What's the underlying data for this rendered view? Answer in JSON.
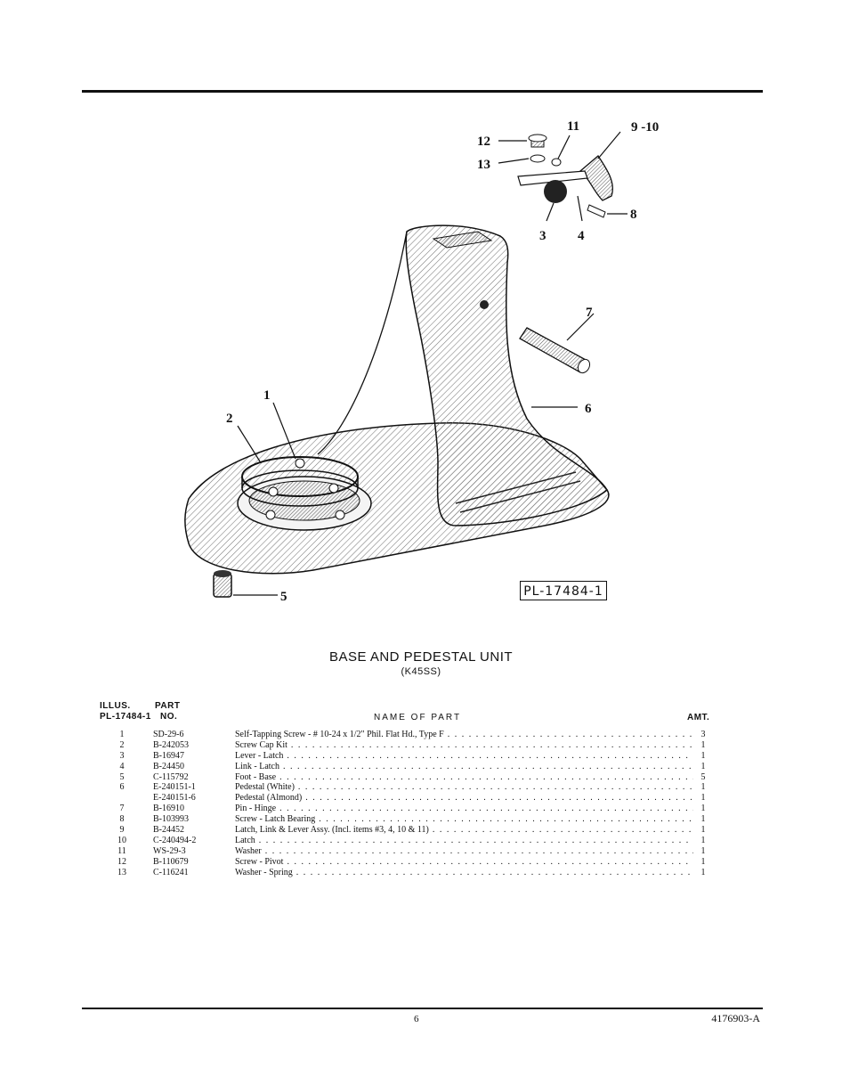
{
  "diagram": {
    "callouts": [
      "1",
      "2",
      "3",
      "4",
      "5",
      "6",
      "7",
      "8",
      "9 -10",
      "11",
      "12",
      "13"
    ],
    "plate_label": "PL-17484-1"
  },
  "table": {
    "title": "BASE AND PEDESTAL UNIT",
    "subtitle": "(K45SS)",
    "headers": {
      "illus_top": "ILLUS.",
      "illus_bottom": "PL-17484-1",
      "part_top": "PART",
      "part_bottom": "NO.",
      "name": "NAME OF PART",
      "amt": "AMT."
    },
    "rows": [
      {
        "illus": "1",
        "part": "SD-29-6",
        "name": "Self-Tapping Screw - # 10-24 x 1/2\" Phil. Flat Hd., Type F",
        "amt": "3"
      },
      {
        "illus": "2",
        "part": "B-242053",
        "name": "Screw Cap Kit",
        "amt": "1"
      },
      {
        "illus": "3",
        "part": "B-16947",
        "name": "Lever - Latch",
        "amt": "1"
      },
      {
        "illus": "4",
        "part": "B-24450",
        "name": "Link - Latch",
        "amt": "1"
      },
      {
        "illus": "5",
        "part": "C-115792",
        "name": "Foot - Base",
        "amt": "5"
      },
      {
        "illus": "6",
        "part": "E-240151-1",
        "name": "Pedestal (White)",
        "amt": "1"
      },
      {
        "illus": "",
        "part": "E-240151-6",
        "name": "Pedestal (Almond)",
        "amt": "1"
      },
      {
        "illus": "7",
        "part": "B-16910",
        "name": "Pin - Hinge",
        "amt": "1"
      },
      {
        "illus": "8",
        "part": "B-103993",
        "name": "Screw - Latch Bearing",
        "amt": "1"
      },
      {
        "illus": "9",
        "part": "B-24452",
        "name": "Latch, Link & Lever Assy. (Incl. items #3, 4, 10 & 11)",
        "amt": "1"
      },
      {
        "illus": "10",
        "part": "C-240494-2",
        "name": "Latch",
        "amt": "1"
      },
      {
        "illus": "11",
        "part": "WS-29-3",
        "name": "Washer",
        "amt": "1"
      },
      {
        "illus": "12",
        "part": "B-110679",
        "name": "Screw - Pivot",
        "amt": "1"
      },
      {
        "illus": "13",
        "part": "C-116241",
        "name": "Washer - Spring",
        "amt": "1"
      }
    ]
  },
  "footer": {
    "page_number": "6",
    "doc_number": "4176903-A"
  }
}
